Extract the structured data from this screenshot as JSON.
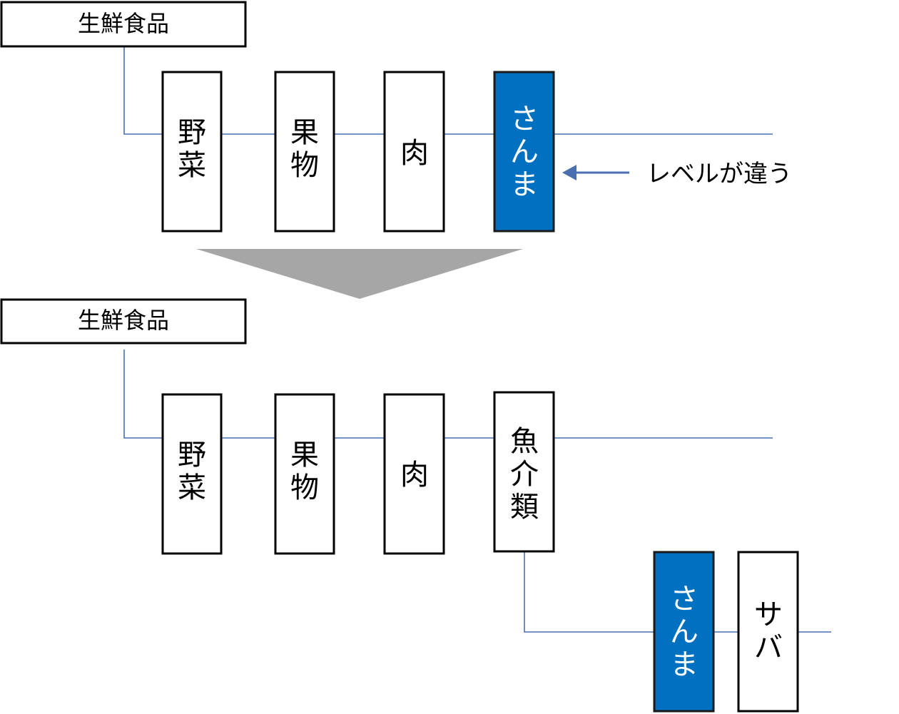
{
  "top": {
    "root": "生鮮食品",
    "categories": [
      "野菜",
      "果物",
      "肉",
      "さんま"
    ],
    "note": "レベルが違う"
  },
  "bottom": {
    "root": "生鮮食品",
    "categories": [
      "野菜",
      "果物",
      "肉",
      "魚介類"
    ],
    "children": [
      "さんま",
      "サバ"
    ]
  },
  "colors": {
    "highlight": "#0070c0",
    "connector": "#4a6fb0",
    "transition_arrow": "#a6a6a6"
  }
}
